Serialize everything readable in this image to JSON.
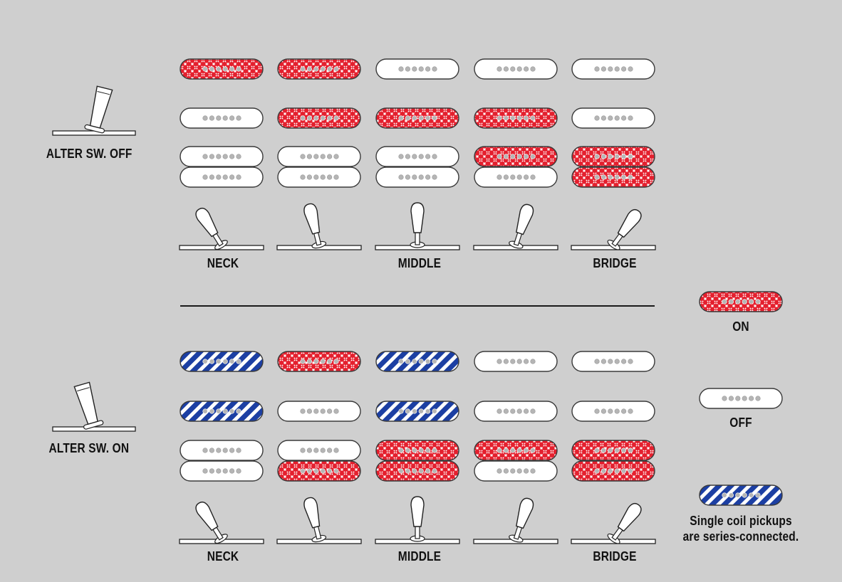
{
  "colors": {
    "background": "#cfcfcf",
    "on": "#e4202e",
    "series": "#1c3fa3",
    "off": "#ffffff",
    "outline": "#3a3a3a",
    "pole": "#b5b5b5"
  },
  "top_section": {
    "switch_label": "ALTER SW. OFF",
    "switch_state": "off",
    "position_labels": [
      "NECK",
      "",
      "MIDDLE",
      "",
      "BRIDGE"
    ],
    "rows": [
      [
        "on",
        "on",
        "off",
        "off",
        "off"
      ],
      [
        "off",
        "on",
        "on",
        "on",
        "off"
      ],
      [
        [
          "off",
          "off"
        ],
        [
          "off",
          "off"
        ],
        [
          "off",
          "off"
        ],
        [
          "on",
          "off"
        ],
        [
          "on",
          "on"
        ]
      ]
    ]
  },
  "bottom_section": {
    "switch_label": "ALTER SW. ON",
    "switch_state": "on",
    "position_labels": [
      "NECK",
      "",
      "MIDDLE",
      "",
      "BRIDGE"
    ],
    "rows": [
      [
        "series",
        "on",
        "series",
        "off",
        "off"
      ],
      [
        "series",
        "off",
        "series",
        "off",
        "off"
      ],
      [
        [
          "off",
          "off"
        ],
        [
          "off",
          "on"
        ],
        [
          "on",
          "on"
        ],
        [
          "on",
          "off"
        ],
        [
          "on",
          "on"
        ]
      ]
    ]
  },
  "legend": {
    "on_label": "ON",
    "off_label": "OFF",
    "series_label_line1": "Single coil pickups",
    "series_label_line2": "are series-connected."
  }
}
